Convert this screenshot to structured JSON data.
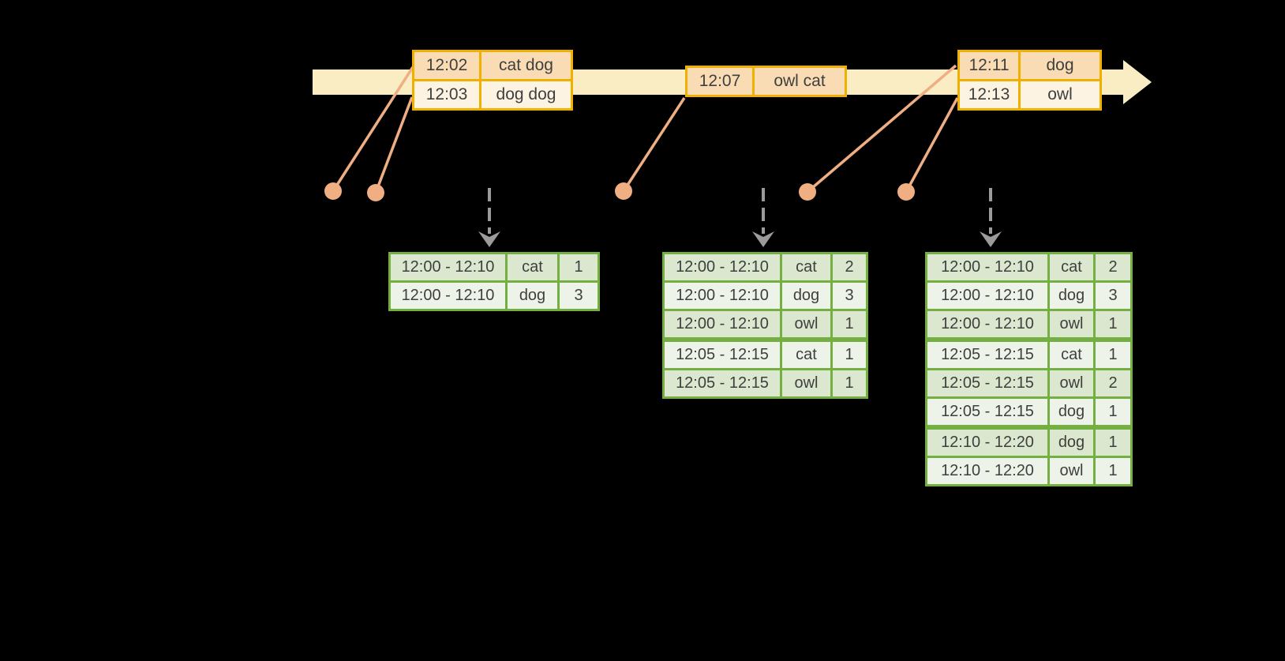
{
  "colors": {
    "background": "#000000",
    "timeline_band": "#faedc3",
    "event_border": "#f0b000",
    "event_row_dark": "#fadcb4",
    "event_row_light": "#fdf3e2",
    "connector": "#f0ae83",
    "arrow_gray": "#9b9b9b",
    "result_border": "#74b041",
    "result_row_dark": "#dbe7ce",
    "result_row_light": "#eef3ea",
    "text": "#3f3f3f"
  },
  "event_tables": [
    {
      "rows": [
        {
          "time": "12:02",
          "words": "cat dog"
        },
        {
          "time": "12:03",
          "words": "dog dog"
        }
      ]
    },
    {
      "rows": [
        {
          "time": "12:07",
          "words": "owl cat"
        }
      ]
    },
    {
      "rows": [
        {
          "time": "12:11",
          "words": "dog"
        },
        {
          "time": "12:13",
          "words": "owl"
        }
      ]
    }
  ],
  "result_tables": [
    {
      "rows": [
        {
          "window": "12:00 - 12:10",
          "word": "cat",
          "count": "1"
        },
        {
          "window": "12:00 - 12:10",
          "word": "dog",
          "count": "3"
        }
      ]
    },
    {
      "rows": [
        {
          "window": "12:00 - 12:10",
          "word": "cat",
          "count": "2"
        },
        {
          "window": "12:00 - 12:10",
          "word": "dog",
          "count": "3"
        },
        {
          "window": "12:00 - 12:10",
          "word": "owl",
          "count": "1"
        },
        {
          "window": "12:05 - 12:15",
          "word": "cat",
          "count": "1"
        },
        {
          "window": "12:05 - 12:15",
          "word": "owl",
          "count": "1"
        }
      ]
    },
    {
      "rows": [
        {
          "window": "12:00 - 12:10",
          "word": "cat",
          "count": "2"
        },
        {
          "window": "12:00 - 12:10",
          "word": "dog",
          "count": "3"
        },
        {
          "window": "12:00 - 12:10",
          "word": "owl",
          "count": "1"
        },
        {
          "window": "12:05 - 12:15",
          "word": "cat",
          "count": "1"
        },
        {
          "window": "12:05 - 12:15",
          "word": "owl",
          "count": "2"
        },
        {
          "window": "12:05 - 12:15",
          "word": "dog",
          "count": "1"
        },
        {
          "window": "12:10 - 12:20",
          "word": "dog",
          "count": "1"
        },
        {
          "window": "12:10 - 12:20",
          "word": "owl",
          "count": "1"
        }
      ]
    }
  ]
}
